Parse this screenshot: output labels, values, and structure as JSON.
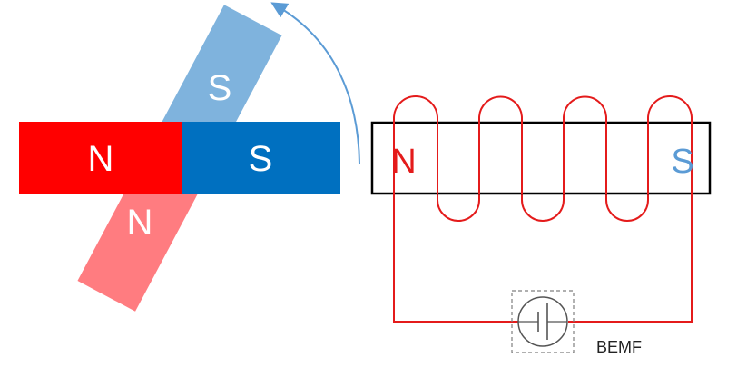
{
  "colors": {
    "background": "#ffffff",
    "north_fixed": "#ff0000",
    "south_fixed": "#0070c0",
    "north_rotor": "#ff7c80",
    "south_rotor": "#7fb3dd",
    "rotation_arrow": "#5b9bd5",
    "coil_wire": "#e41b1b",
    "core_outline": "#000000",
    "core_label_n": "#e41b1b",
    "core_label_s": "#5b9bd5",
    "source_box": "#7f7f7f",
    "source_symbol": "#555555"
  },
  "permanent_magnet": {
    "north_label": "N",
    "south_label": "S"
  },
  "rotating_magnet": {
    "north_label": "N",
    "south_label": "S"
  },
  "electromagnet": {
    "north_label": "N",
    "south_label": "S",
    "coil_turns": 4
  },
  "emf_source": {
    "label": "BEMF"
  },
  "icons": {
    "rotation": "curved-arrow-icon",
    "source": "cell-in-circle-icon"
  }
}
